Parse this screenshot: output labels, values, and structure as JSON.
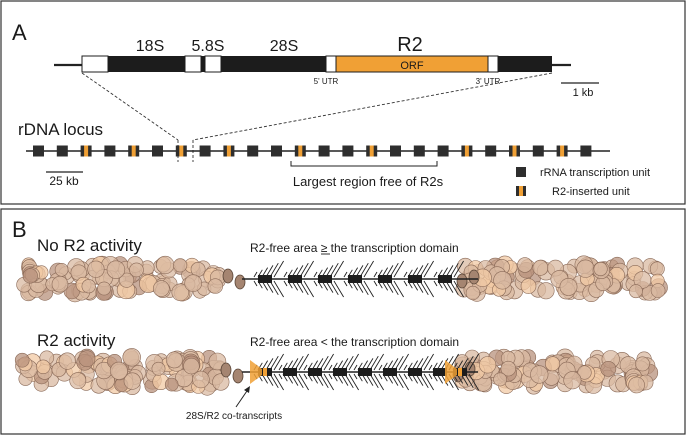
{
  "panel_a": {
    "letter": "A",
    "gene": {
      "label_18s": "18S",
      "label_58s": "5.8S",
      "label_28s": "28S",
      "label_r2": "R2",
      "label_orf": "ORF",
      "label_5utr": "5' UTR",
      "label_3utr": "3' UTR",
      "scale_label": "1 kb"
    },
    "locus": {
      "title": "rDNA locus",
      "scale_label": "25 kb",
      "free_region_label": "Largest region free of R2s",
      "units_count": 24,
      "r2_inserted_units": [
        2,
        4,
        6,
        8,
        11,
        14,
        18,
        20,
        22
      ]
    },
    "legend": {
      "rrna_unit": "rRNA transcription unit",
      "r2_unit": "R2-inserted unit"
    }
  },
  "panel_b": {
    "letter": "B",
    "row1": {
      "title": "No R2 activity",
      "caption": "R2-free area ≥ the transcription domain"
    },
    "row2": {
      "title": "R2 activity",
      "caption": "R2-free area < the transcription domain",
      "annotation": "28S/R2 co-transcripts"
    }
  },
  "colors": {
    "orange": "#f0a035",
    "dark": "#2e2e2e",
    "nucleosome_fill": "#d9b9a2",
    "nucleosome_stroke": "#8a6a58"
  }
}
